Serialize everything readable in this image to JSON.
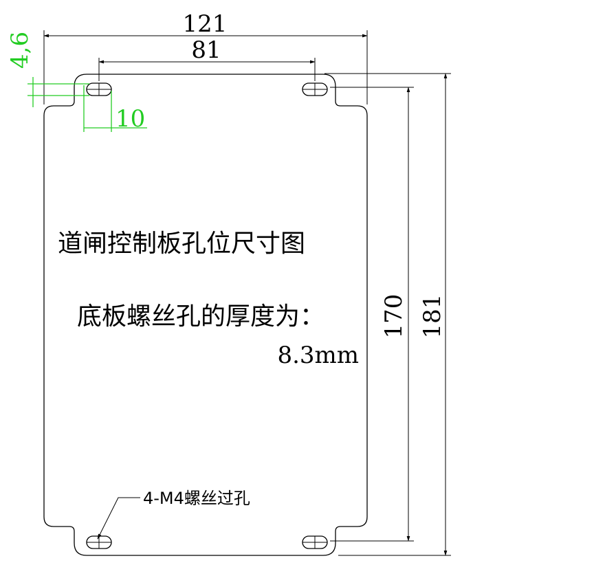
{
  "dimensions": {
    "overall_width": "121",
    "hole_spacing_width": "81",
    "hole_offset_top": "4,6",
    "hole_offset_side": "10",
    "hole_spacing_height": "170",
    "overall_height": "181"
  },
  "labels": {
    "title": "道闸控制板孔位尺寸图",
    "thickness_line1": "底板螺丝孔的厚度为：",
    "thickness_line2": "8.3mm",
    "hole_callout": "4-M4螺丝过孔"
  },
  "colors": {
    "line": "#000000",
    "highlight": "#22cc22",
    "background": "#ffffff"
  }
}
